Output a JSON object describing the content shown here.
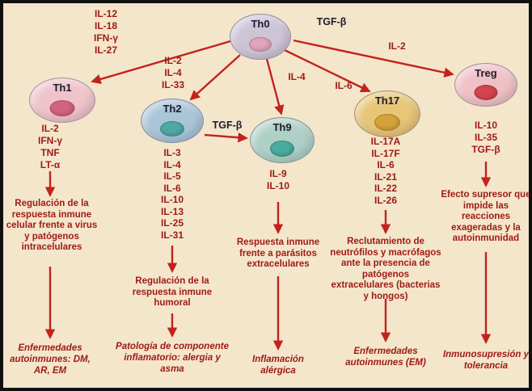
{
  "cells": {
    "th0": {
      "label": "Th0"
    },
    "th1": {
      "label": "Th1"
    },
    "th2": {
      "label": "Th2"
    },
    "th9": {
      "label": "Th9"
    },
    "th17": {
      "label": "Th17"
    },
    "treg": {
      "label": "Treg"
    }
  },
  "inducers": {
    "th1": [
      "IL-12",
      "IL-18",
      "IFN-γ",
      "IL-27"
    ],
    "th2": [
      "IL-2",
      "IL-4",
      "IL-33"
    ],
    "th9": "IL-4",
    "th17": "IL-6",
    "treg": "IL-2",
    "tgfb_from_th0": "TGF-β",
    "tgfb_th2_to_th9": "TGF-β"
  },
  "columns": {
    "th1": {
      "cytokines": [
        "IL-2",
        "IFN-γ",
        "TNF",
        "LT-α"
      ],
      "function": "Regulación de la respuesta inmune celular frente a virus y patógenos intracelulares",
      "outcome": "Enfermedades autoinmunes: DM, AR, EM"
    },
    "th2": {
      "cytokines": [
        "IL-3",
        "IL-4",
        "IL-5",
        "IL-6",
        "IL-10",
        "IL-13",
        "IL-25",
        "IL-31"
      ],
      "function": "Regulación de la respuesta inmune humoral",
      "outcome": "Patología de componente inflamatorio: alergia y asma"
    },
    "th9": {
      "cytokines": [
        "IL-9",
        "IL-10"
      ],
      "function": "Respuesta inmune frente a parásitos extracelulares",
      "outcome": "Inflamación alérgica"
    },
    "th17": {
      "cytokines": [
        "IL-17A",
        "IL-17F",
        "IL-6",
        "IL-21",
        "IL-22",
        "IL-26"
      ],
      "function": "Reclutamiento de neutrófilos y macrófagos ante la presencia de patógenos extracelulares (bacterias y hongos)",
      "outcome": "Enfermedades autoinmunes (EM)"
    },
    "treg": {
      "cytokines": [
        "IL-10",
        "IL-35",
        "TGF-β"
      ],
      "function": "Efecto supresor que impide las reacciones exageradas y la autoinmunidad",
      "outcome": "Inmunosupresión y tolerancia"
    }
  },
  "colors": {
    "background": "#f4e6cb",
    "text_red": "#9e1a14",
    "arrow_red": "#c2231c",
    "label_dark": "#1c1c2e",
    "th0_fill": "#cdc4d6",
    "th0_nucleus": "#e2a4bd",
    "th1_fill": "#f0c3cb",
    "th1_nucleus": "#d26480",
    "th2_fill": "#a9c5d8",
    "th2_nucleus": "#4fa8a4",
    "th9_fill": "#aed0c6",
    "th9_nucleus": "#4aaca0",
    "th17_fill": "#e7c678",
    "th17_nucleus": "#d6a23a",
    "treg_fill": "#efc1c7",
    "treg_nucleus": "#d4454e"
  }
}
